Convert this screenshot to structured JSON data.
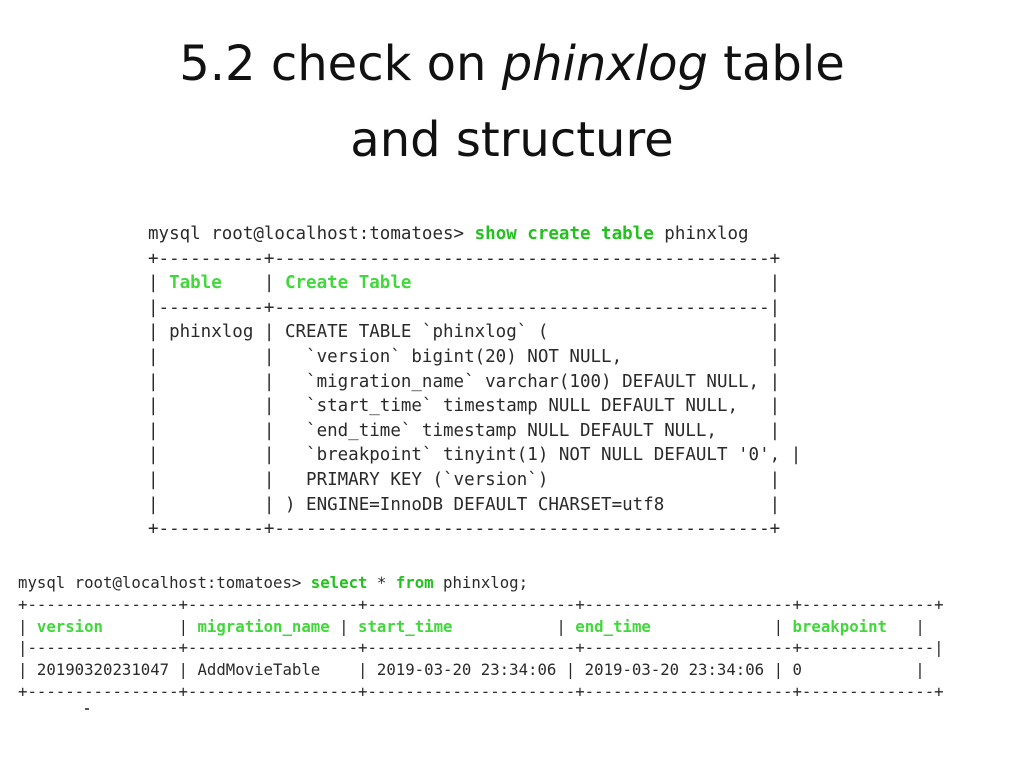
{
  "title": {
    "line1_prefix": "5.2 check on ",
    "line1_italic": "phinxlog",
    "line1_suffix": " table",
    "line2": "and structure"
  },
  "colors": {
    "keyword": "#23c11e",
    "header": "#42d83c",
    "text": "#2a2a2a"
  },
  "terminal1": {
    "prompt": "mysql root@localhost:tomatoes> ",
    "command_keyword": "show create table",
    "command_arg": " phinxlog",
    "border_top": "+----------+-----------------------------------------------+",
    "header_row_lead": "| ",
    "header_table": "Table",
    "header_sep": "    | ",
    "header_create": "Create Table",
    "header_row_tail": "                                  |",
    "border_mid": "|----------+-----------------------------------------------|",
    "rows": [
      "| phinxlog | CREATE TABLE `phinxlog` (                     |",
      "|          |   `version` bigint(20) NOT NULL,              |",
      "|          |   `migration_name` varchar(100) DEFAULT NULL, |",
      "|          |   `start_time` timestamp NULL DEFAULT NULL,   |",
      "|          |   `end_time` timestamp NULL DEFAULT NULL,     |",
      "|          |   `breakpoint` tinyint(1) NOT NULL DEFAULT '0', |",
      "|          |   PRIMARY KEY (`version`)                     |",
      "|          | ) ENGINE=InnoDB DEFAULT CHARSET=utf8          |"
    ],
    "border_bottom": "+----------+-----------------------------------------------+"
  },
  "terminal2": {
    "prompt": "mysql root@localhost:tomatoes> ",
    "kw_select": "select",
    "star": " * ",
    "kw_from": "from",
    "command_arg": " phinxlog;",
    "border_top": "+----------------+------------------+----------------------+----------------------+--------------+",
    "headers": [
      "version",
      "migration_name",
      "start_time",
      "end_time",
      "breakpoint"
    ],
    "header_pads": [
      "        ",
      " ",
      "           ",
      "             ",
      "   "
    ],
    "border_mid": "|----------------+------------------+----------------------+----------------------+--------------|",
    "row": "| 20190320231047 | AddMovieTable    | 2019-03-20 23:34:06 | 2019-03-20 23:34:06 | 0            |",
    "border_bottom": "+----------------+------------------+----------------------+----------------------+--------------+"
  }
}
